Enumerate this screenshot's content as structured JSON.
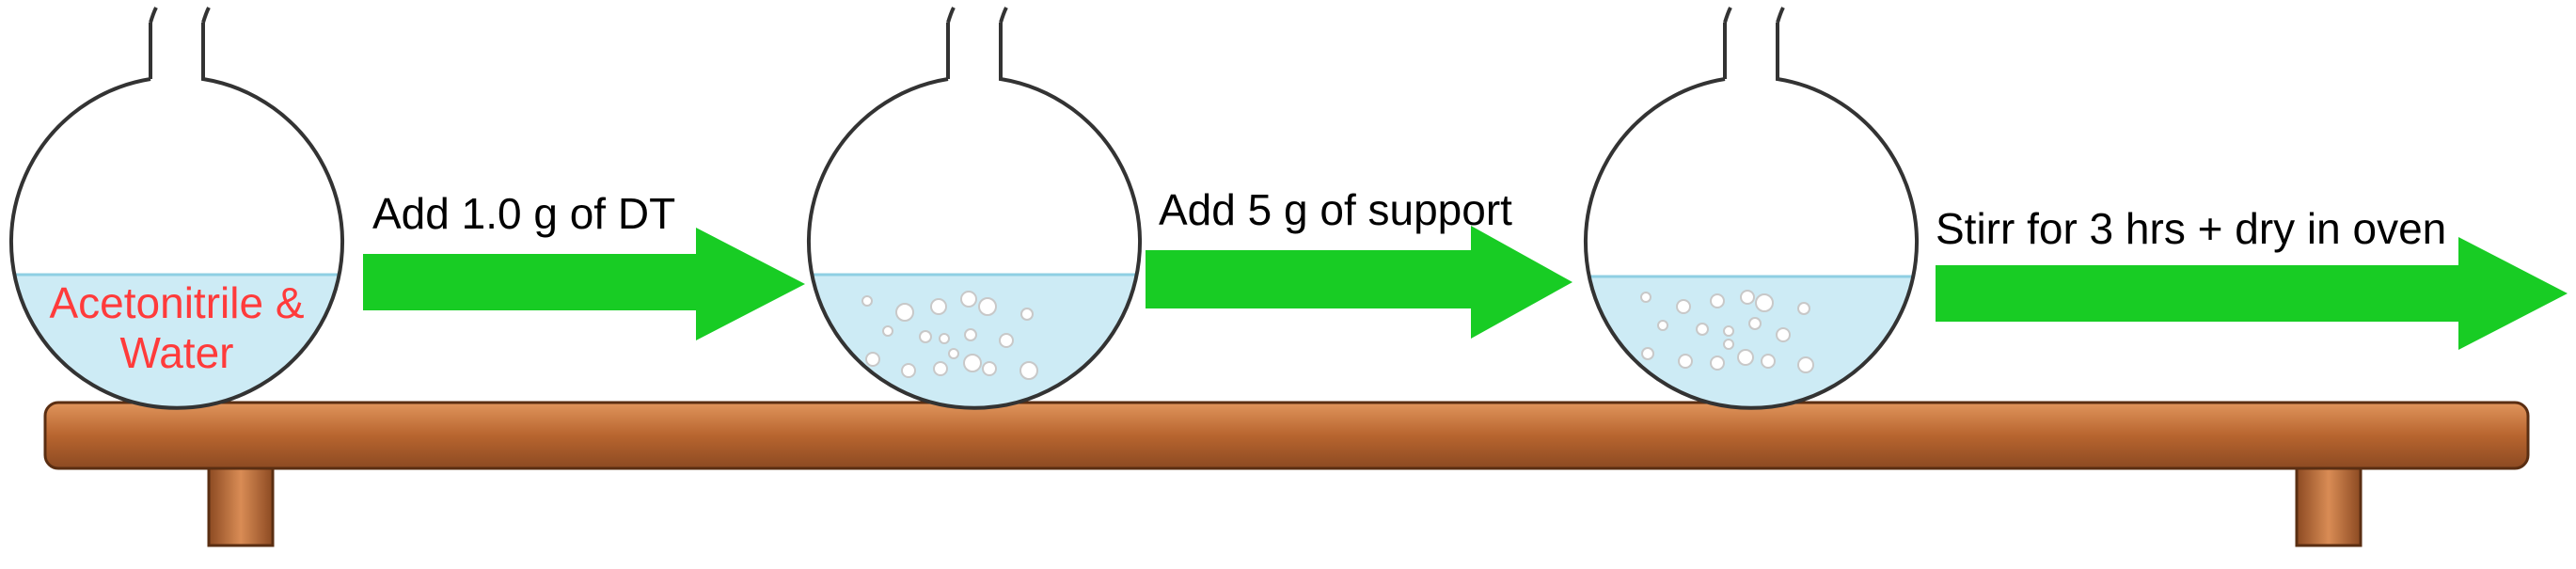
{
  "steps": [
    {
      "label": "Add 1.0 g of DT"
    },
    {
      "label": "Add 5 g of support"
    },
    {
      "label": "Stirr for 3 hrs + dry in oven"
    }
  ],
  "flasks": [
    {
      "contents_label_line1": "Acetonitrile &",
      "contents_label_line2": "Water"
    }
  ],
  "colors": {
    "arrow": "#18cc24",
    "liquid": "#cdebf5",
    "liquid_line": "#8fcfe3",
    "flask_outline": "#333333",
    "shelf": "#b8652f",
    "shelf_edge": "#5a2e12",
    "label_red": "#ff3b3b"
  },
  "icons": [
    "round-bottom-flask-icon",
    "particle-icon",
    "wooden-shelf"
  ]
}
